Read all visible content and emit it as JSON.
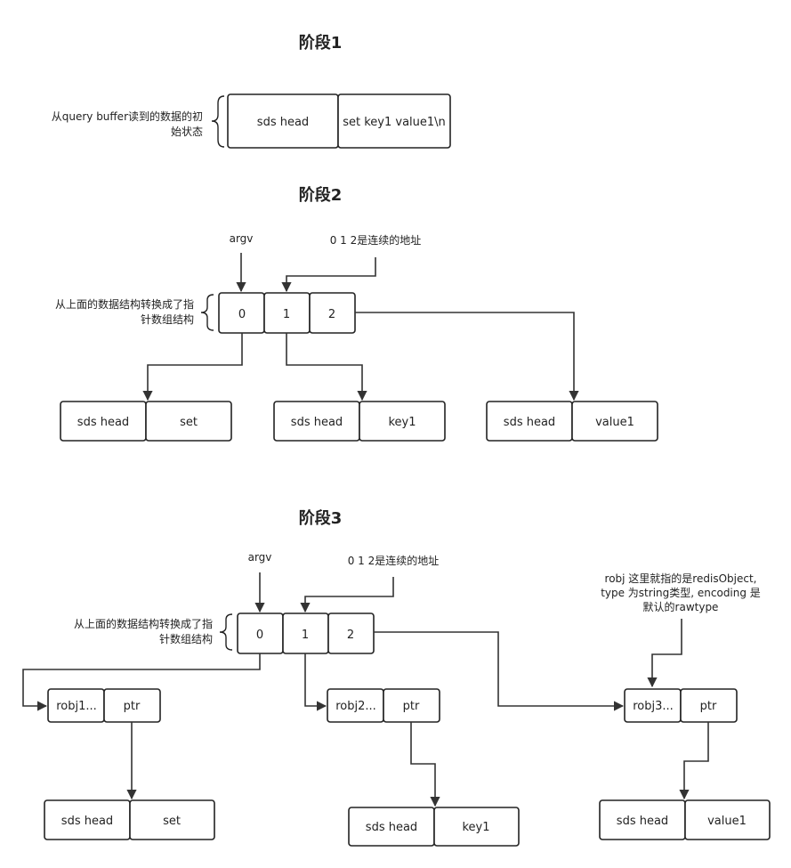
{
  "stage1": {
    "title": "阶段1",
    "note_line1": "从query buffer读到的数据的初",
    "note_line2": "始状态",
    "cell_head": "sds head",
    "cell_body": "set key1 value1\\n"
  },
  "stage2": {
    "title": "阶段2",
    "argv_label": "argv",
    "address_note": "0 1 2是连续的地址",
    "note_line1": "从上面的数据结构转换成了指",
    "note_line2": "针数组结构",
    "array": [
      "0",
      "1",
      "2"
    ],
    "targets": [
      {
        "head": "sds head",
        "value": "set"
      },
      {
        "head": "sds head",
        "value": "key1"
      },
      {
        "head": "sds head",
        "value": "value1"
      }
    ]
  },
  "stage3": {
    "title": "阶段3",
    "argv_label": "argv",
    "address_note": "0 1 2是连续的地址",
    "note_line1": "从上面的数据结构转换成了指",
    "note_line2": "针数组结构",
    "robj_note_line1": "robj 这里就指的是redisObject,",
    "robj_note_line2": "type 为string类型, encoding 是",
    "robj_note_line3": "默认的rawtype",
    "array": [
      "0",
      "1",
      "2"
    ],
    "robjs": [
      {
        "name": "robj1...",
        "ptr": "ptr"
      },
      {
        "name": "robj2...",
        "ptr": "ptr"
      },
      {
        "name": "robj3...",
        "ptr": "ptr"
      }
    ],
    "targets": [
      {
        "head": "sds head",
        "value": "set"
      },
      {
        "head": "sds head",
        "value": "key1"
      },
      {
        "head": "sds head",
        "value": "value1"
      }
    ]
  }
}
